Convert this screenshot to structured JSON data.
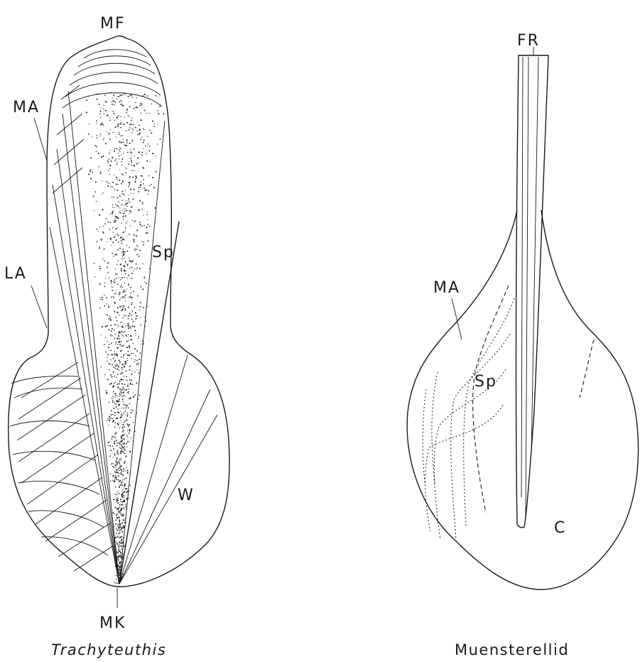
{
  "figure_left": {
    "caption": "Trachyteuthis",
    "labels": {
      "mf": "MF",
      "ma": "MA",
      "la": "LA",
      "sp": "Sp",
      "w": "W",
      "mk": "MK"
    }
  },
  "figure_right": {
    "caption": "Muensterellid",
    "labels": {
      "fr": "FR",
      "ma": "MA",
      "sp": "Sp",
      "c": "C"
    }
  }
}
